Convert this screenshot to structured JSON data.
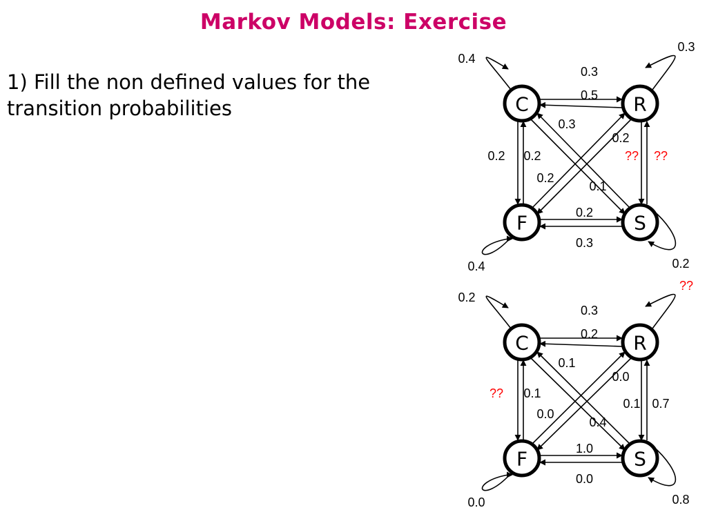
{
  "title": "Markov Models: Exercise",
  "body": {
    "line1": "1) Fill the non defined values for the",
    "line2": "transition probabilities"
  },
  "colors": {
    "title": "#cc0066",
    "unknown": "#ff0000",
    "edge": "#000000"
  },
  "diagrams": [
    {
      "nodes": {
        "C": "C",
        "R": "R",
        "F": "F",
        "S": "S"
      },
      "self_loops": {
        "C": "0.4",
        "R": "0.3",
        "F": "0.4",
        "S": "0.2"
      },
      "edges": {
        "C_R": "0.3",
        "R_C": "0.5",
        "F_S": "0.2",
        "S_F": "0.3",
        "C_F": "0.2",
        "F_C": "0.2",
        "R_S": "??",
        "S_R": "??",
        "S_C": "0.3",
        "C_S": "0.1",
        "F_R": "0.2",
        "R_F": "0.2"
      }
    },
    {
      "nodes": {
        "C": "C",
        "R": "R",
        "F": "F",
        "S": "S"
      },
      "self_loops": {
        "C": "0.2",
        "R": "??",
        "F": "0.0",
        "S": "0.8"
      },
      "edges": {
        "C_R": "0.3",
        "R_C": "0.2",
        "F_S": "1.0",
        "S_F": "0.0",
        "C_F": "??",
        "F_C": "0.1",
        "R_S": "0.7",
        "S_R": "0.1",
        "S_C": "0.1",
        "C_S": "0.4",
        "F_R": "0.0",
        "R_F": "0.0"
      }
    }
  ]
}
